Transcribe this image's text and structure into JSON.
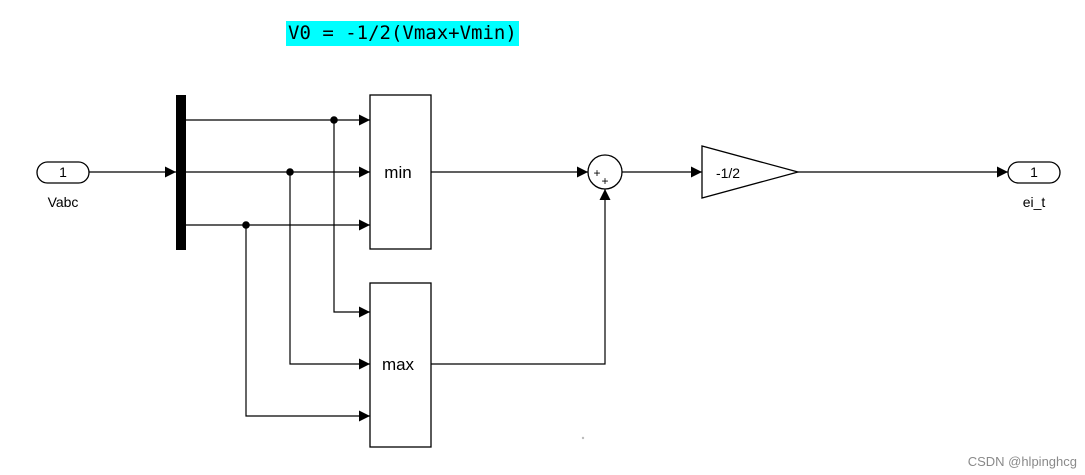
{
  "annotation": "V0 = -1/2(Vmax+Vmin)",
  "inport": {
    "number": "1",
    "name": "Vabc"
  },
  "outport": {
    "number": "1",
    "name": "ei_t"
  },
  "min_block": {
    "label": "min"
  },
  "max_block": {
    "label": "max"
  },
  "sum_block": {
    "signs": [
      "+",
      "+"
    ]
  },
  "gain_block": {
    "label": "-1/2"
  },
  "watermark": "CSDN @hlpinghcg"
}
